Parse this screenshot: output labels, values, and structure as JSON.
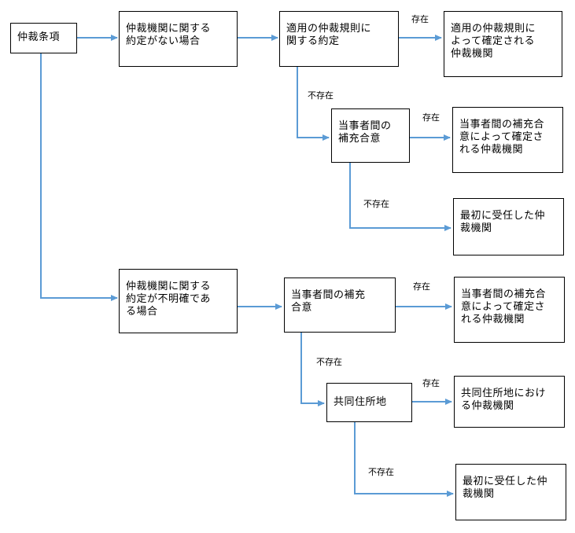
{
  "colors": {
    "arrow": "#5b9bd5",
    "box_border": "#000000",
    "text": "#000000"
  },
  "nodes": {
    "root": "仲裁条項",
    "no_agreement": "仲裁機関に関する\n約定がない場合",
    "rules_agreement": "適用の仲裁規則に\n関する約定",
    "rules_institution": "適用の仲裁規則に\nよって確定される\n仲裁機関",
    "supplement_1": "当事者間の\n補充合意",
    "supplement_1_result": "当事者間の補充合\n意によって確定さ\nれる仲裁機関",
    "first_accepted_1": "最初に受任した仲\n裁機関",
    "unclear": "仲裁機関に関する\n約定が不明確であ\nる場合",
    "supplement_2": "当事者間の補充\n合意",
    "supplement_2_result": "当事者間の補充合\n意によって確定さ\nれる仲裁機関",
    "common_domicile": "共同住所地",
    "common_domicile_result": "共同住所地におけ\nる仲裁機関",
    "first_accepted_2": "最初に受任した仲\n裁機関"
  },
  "edge_labels": {
    "exists_1": "存在",
    "not_exists_1": "不存在",
    "exists_2": "存在",
    "not_exists_2": "不存在",
    "exists_3": "存在",
    "not_exists_3": "不存在",
    "exists_4": "存在",
    "not_exists_4": "不存在"
  }
}
